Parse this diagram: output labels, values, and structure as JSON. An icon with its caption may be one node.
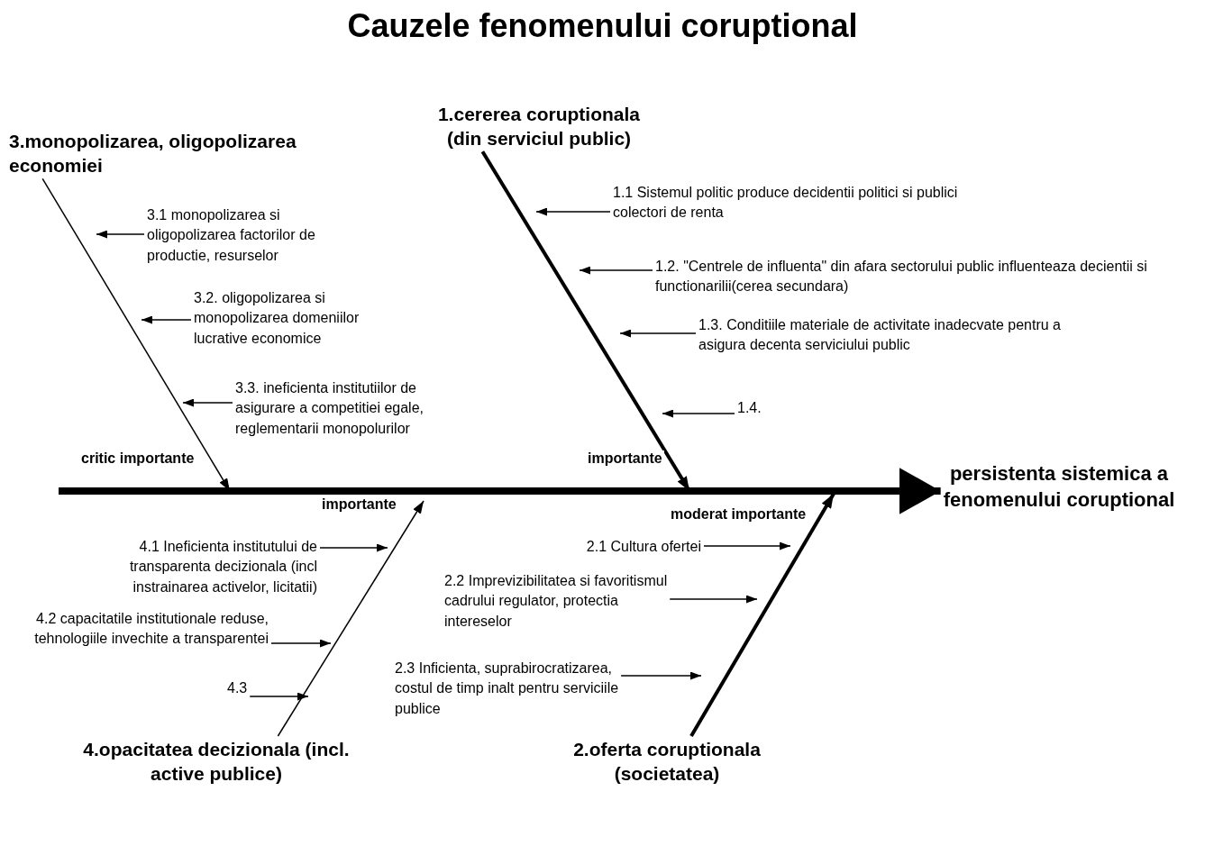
{
  "diagram": {
    "title": "Cauzele fenomenului coruptional",
    "nodes": [
      {
        "text": [
          "1.cererea coruptionala (din serviciul public)"
        ]
      },
      {
        "text": [
          "1.1 Sistemul politic produce decidentii politici si publici colectori de renta"
        ]
      },
      {
        "text": [
          "1.2. \"Centrele de influenta\" din afara sectorului public influenteaza decientii si functionarilii(cerea secundara)"
        ]
      },
      {
        "text": [
          "1.3. Conditiile materiale de activitate inadecvate pentru a asigura decenta serviciului public"
        ]
      },
      {
        "text": [
          "1.4."
        ]
      },
      {
        "text": [
          "3.monopolizarea, oligopolizarea economiei"
        ]
      },
      {
        "text": [
          "3.1 monopolizarea si oligopolizarea factorilor de productie, resurselor"
        ]
      },
      {
        "text": [
          "3.2. oligopolizarea si monopolizarea domeniilor lucrative economice"
        ]
      },
      {
        "text": [
          "3.3. ineficienta institutiilor de asigurare a competitiei egale, reglementarii monopolurilor"
        ]
      },
      {
        "text": [
          "persistenta sistemica a fenomenului coruptional"
        ]
      },
      {
        "text": [
          "4.1 Ineficienta institutului de transparenta decizionala (incl instrainarea activelor, licitatii)"
        ]
      },
      {
        "text": [
          "4.2 capacitatile institutionale reduse, tehnologiile invechite a transparentei"
        ]
      },
      {
        "text": [
          "4.3"
        ]
      },
      {
        "text": [
          "2.1 Cultura ofertei"
        ]
      },
      {
        "text": [
          "2.2 Imprevizibilitatea si favoritismul cadrului regulator, protectia intereselor"
        ]
      },
      {
        "text": [
          "2.3 Inficienta, suprabirocratizarea, costul de timp inalt pentru serviciile publice"
        ]
      },
      {
        "text": [
          "4.opacitatea decizionala (incl. active publice)"
        ]
      },
      {
        "text": [
          "2.oferta coruptionala (societatea)"
        ]
      }
    ],
    "edges": [
      {
        "from": null,
        "to": 9,
        "arrow": "to",
        "style": "thick"
      },
      {
        "from": 0,
        "to": null,
        "arrow": "to",
        "label": "importante",
        "style": "thick"
      },
      {
        "from": 5,
        "to": null,
        "arrow": "to",
        "label": "critic importante"
      },
      {
        "from": 16,
        "to": null,
        "arrow": "to",
        "label": "importante"
      },
      {
        "from": 17,
        "to": null,
        "arrow": "to",
        "label": "moderat importante",
        "style": "thick"
      },
      {
        "from": 1,
        "to": null,
        "arrow": "to"
      },
      {
        "from": 2,
        "to": null,
        "arrow": "to"
      },
      {
        "from": 3,
        "to": null,
        "arrow": "to"
      },
      {
        "from": 4,
        "to": null,
        "arrow": "to"
      },
      {
        "from": 6,
        "to": null,
        "arrow": "to"
      },
      {
        "from": 7,
        "to": null,
        "arrow": "to"
      },
      {
        "from": 8,
        "to": null,
        "arrow": "to"
      },
      {
        "from": 10,
        "to": null,
        "arrow": "to"
      },
      {
        "from": 11,
        "to": null,
        "arrow": "to"
      },
      {
        "from": 12,
        "to": null,
        "arrow": "to"
      },
      {
        "from": 13,
        "to": null,
        "arrow": "to"
      },
      {
        "from": 14,
        "to": null,
        "arrow": "to"
      },
      {
        "from": 15,
        "to": null,
        "arrow": "to"
      }
    ]
  }
}
